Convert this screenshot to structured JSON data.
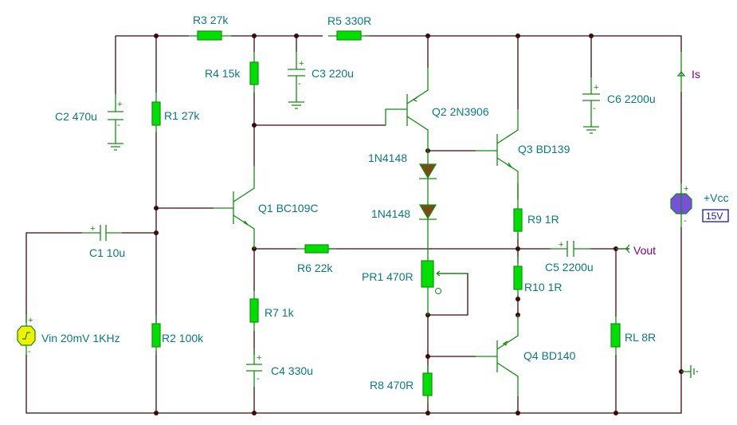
{
  "title": "Class AB audio amplifier schematic",
  "colors": {
    "wire": "#3c0a0a",
    "component_lead": "#148c14",
    "resistor_fill": "#00e000",
    "label": "#0a7a82",
    "probe_label": "#800080",
    "diode_fill": "#7a4a14",
    "vin_source_fill": "#f0f000",
    "vcc_source_fill": "#7850dc",
    "value_box": "#1414c8"
  },
  "components": {
    "R1": {
      "label": "R1 27k"
    },
    "R2": {
      "label": "R2 100k"
    },
    "R3": {
      "label": "R3 27k"
    },
    "R4": {
      "label": "R4 15k"
    },
    "R5": {
      "label": "R5 330R"
    },
    "R6": {
      "label": "R6 22k"
    },
    "R7": {
      "label": "R7 1k"
    },
    "R8": {
      "label": "R8 470R"
    },
    "R9": {
      "label": "R9 1R"
    },
    "R10": {
      "label": "R10 1R"
    },
    "RL": {
      "label": "RL 8R"
    },
    "PR1": {
      "label": "PR1 470R"
    },
    "C1": {
      "label": "C1 10u"
    },
    "C2": {
      "label": "C2 470u"
    },
    "C3": {
      "label": "C3 220u"
    },
    "C4": {
      "label": "C4 330u"
    },
    "C5": {
      "label": "C5 2200u"
    },
    "C6": {
      "label": "C6 2200u"
    },
    "Q1": {
      "label": "Q1 BC109C",
      "type": "NPN"
    },
    "Q2": {
      "label": "Q2 2N3906",
      "type": "PNP"
    },
    "Q3": {
      "label": "Q3 BD139",
      "type": "NPN"
    },
    "Q4": {
      "label": "Q4 BD140",
      "type": "PNP"
    },
    "D1": {
      "label": "1N4148"
    },
    "D2": {
      "label": "1N4148"
    },
    "Vin": {
      "label": "Vin 20mV 1KHz"
    },
    "Vcc": {
      "label": "+Vcc",
      "value": "15V"
    }
  },
  "probes": {
    "vout": "Vout",
    "is": "Is"
  },
  "symbols": {
    "plus": "+",
    "minus": "-"
  }
}
